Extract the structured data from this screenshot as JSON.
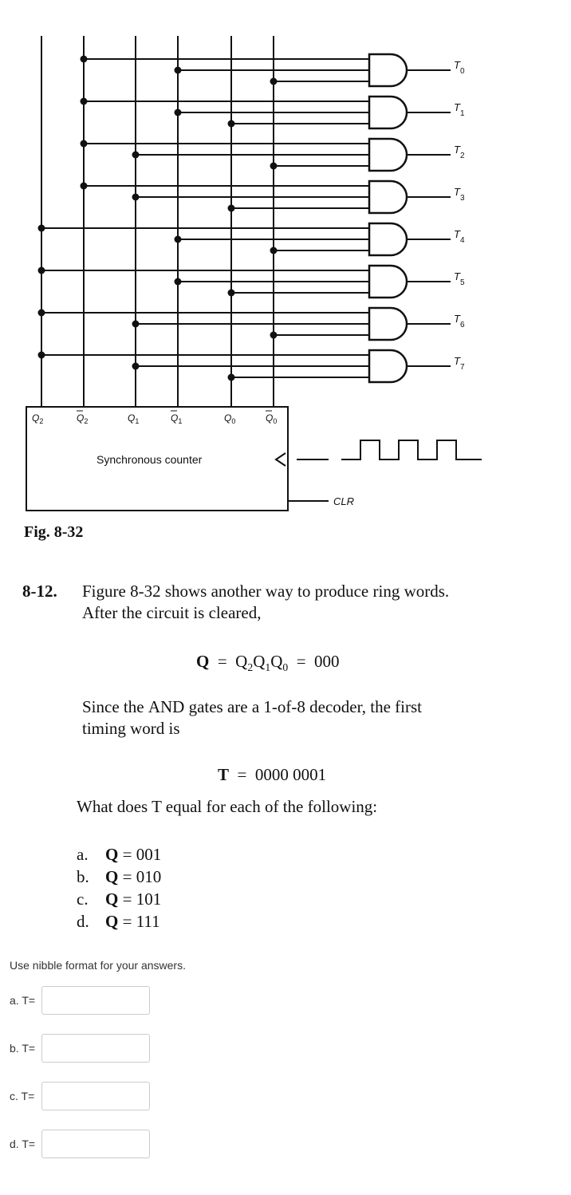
{
  "figure": {
    "outputs": [
      "T0",
      "T1",
      "T2",
      "T3",
      "T4",
      "T5",
      "T6",
      "T7"
    ],
    "counter_label": "Synchronous counter",
    "clr_label": "CLR",
    "caption": "Fig. 8-32"
  },
  "problem": {
    "number": "8-12.",
    "text1": "Figure 8-32 shows another way to produce ring words. After the circuit is cleared,",
    "eq1_lhs": "Q",
    "eq1_rhs": "000",
    "text2a": "Since the ",
    "text2_and": "AND",
    "text2b": " gates are a 1-of-8 decoder, the first timing word is",
    "eq2_lhs": "T",
    "eq2_rhs": "0000 0001",
    "text3": "What does T equal for each of the following:",
    "options": [
      {
        "letter": "a.",
        "var": "Q",
        "value": "001"
      },
      {
        "letter": "b.",
        "var": "Q",
        "value": "010"
      },
      {
        "letter": "c.",
        "var": "Q",
        "value": "101"
      },
      {
        "letter": "d.",
        "var": "Q",
        "value": "111"
      }
    ]
  },
  "instructions": "Use nibble format for your answers.",
  "answers": [
    {
      "label": "a. T=",
      "value": ""
    },
    {
      "label": "b. T=",
      "value": ""
    },
    {
      "label": "c. T=",
      "value": ""
    },
    {
      "label": "d. T=",
      "value": ""
    }
  ]
}
